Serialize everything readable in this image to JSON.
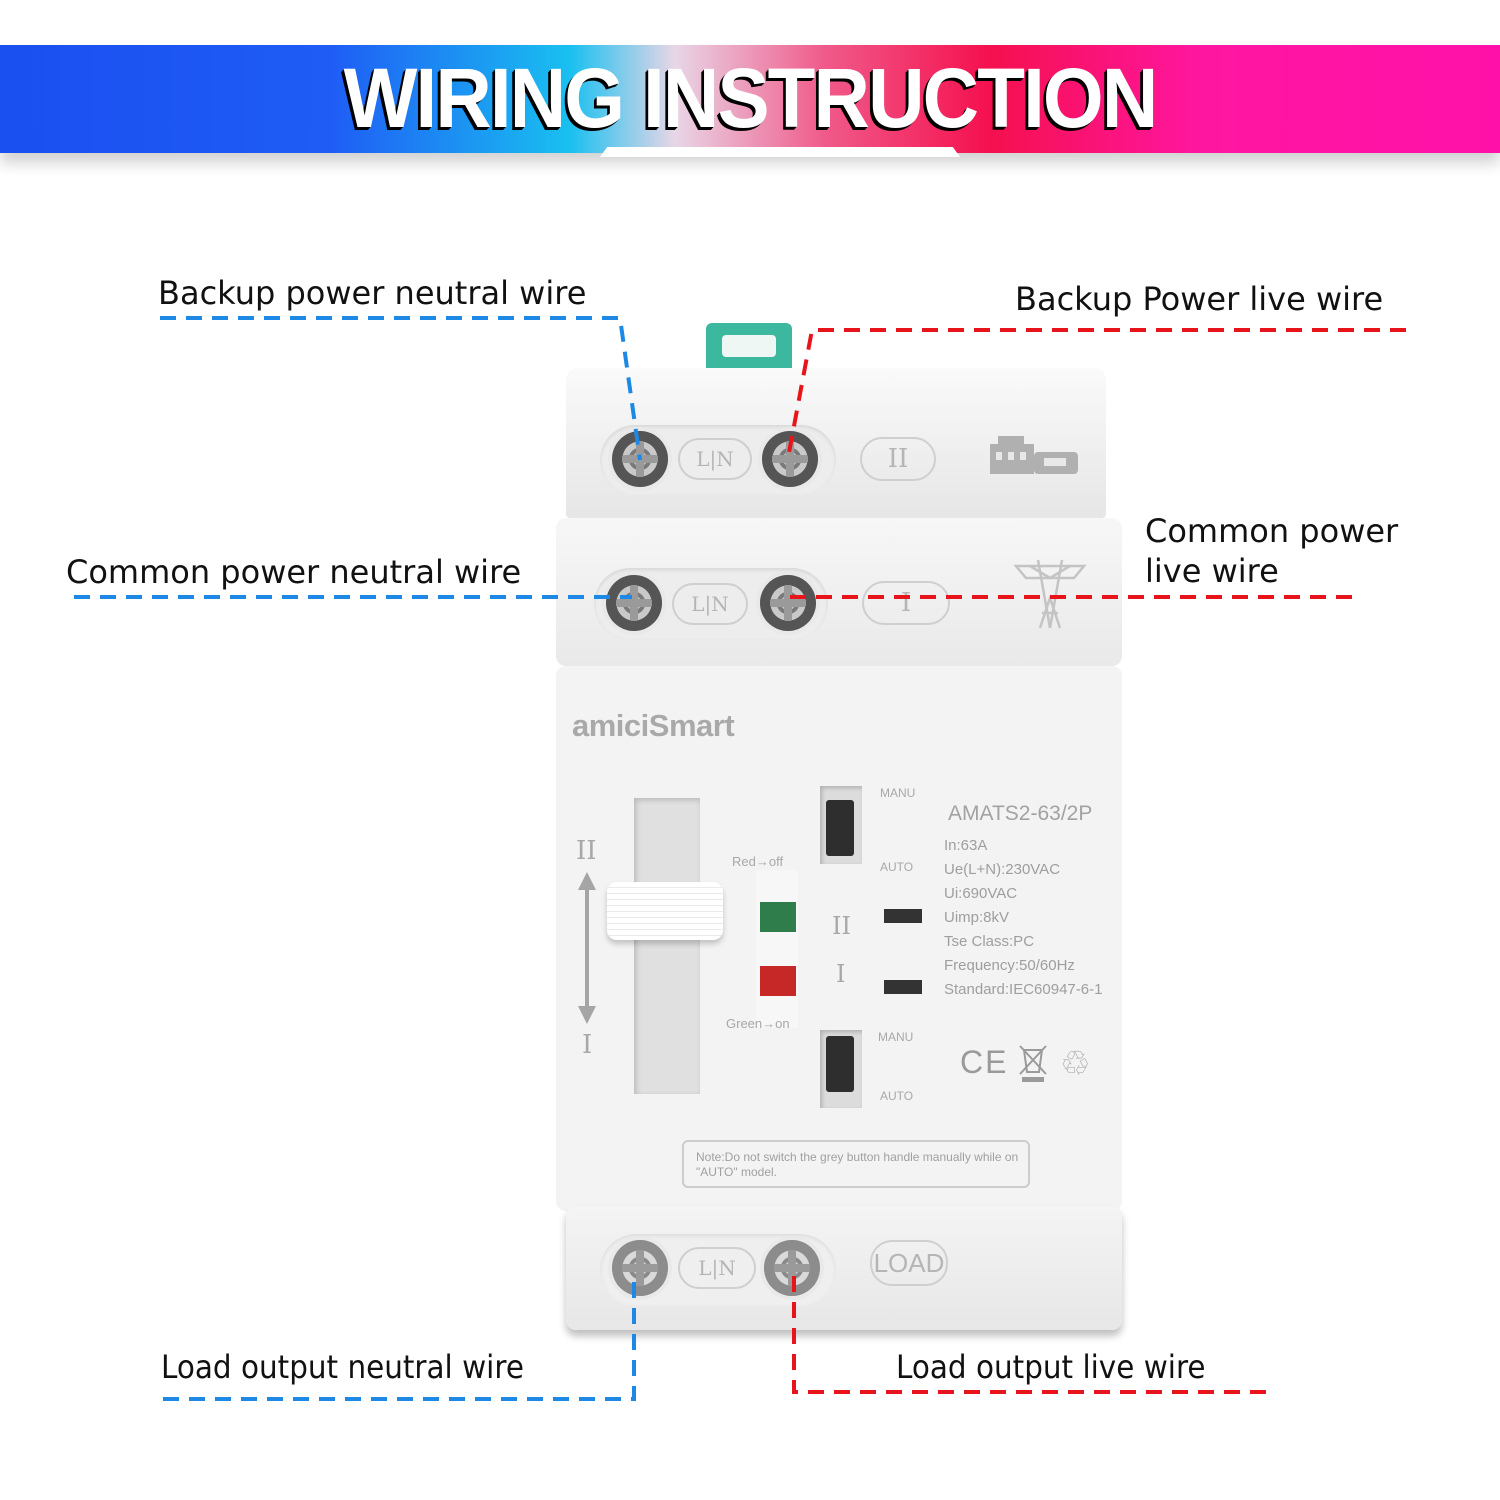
{
  "banner": {
    "title": "WIRING INSTRUCTION",
    "gradient_colors": [
      "#1a4ff0",
      "#19c0f0",
      "#f5104e",
      "#ff11a9"
    ]
  },
  "labels": {
    "backup_neutral": "Backup power neutral wire",
    "backup_live": "Backup Power live wire",
    "common_neutral": "Common power neutral wire",
    "common_live_line1": "Common power",
    "common_live_line2": "live wire",
    "load_neutral": "Load output neutral wire",
    "load_live": "Load output live wire"
  },
  "wire_colors": {
    "neutral": "#1e88e5",
    "live": "#e8141c"
  },
  "device": {
    "brand": "amiciSmart",
    "model": "AMATS2-63/2P",
    "specs": [
      "In:63A",
      "Ue(L+N):230VAC",
      "Ui:690VAC",
      "Uimp:8kV",
      "Tse Class:PC",
      "Frequency:50/60Hz",
      "Standard:IEC60947-6-1"
    ],
    "terminals": {
      "top_ln": "L|N",
      "top_source": "II",
      "middle_ln": "L|N",
      "middle_source": "I",
      "bottom_ln": "L|N",
      "bottom_source": "LOAD"
    },
    "switch": {
      "position_top": "II",
      "position_bottom": "I",
      "indicator_top_label": "Red→off",
      "indicator_bottom_label": "Green→on",
      "indicator_ii": "II",
      "indicator_i": "I",
      "indicator_green": "#2e7d4a",
      "indicator_red": "#c62828"
    },
    "mode_switches": {
      "upper_manu": "MANU",
      "upper_auto": "AUTO",
      "lower_manu": "MANU",
      "lower_auto": "AUTO"
    },
    "certifications": [
      "CE",
      "WEEE",
      "Recycle"
    ],
    "note": "Note:Do not switch the grey button handle manually while on \"AUTO\" model.",
    "hanger_color": "#3cb89e"
  }
}
